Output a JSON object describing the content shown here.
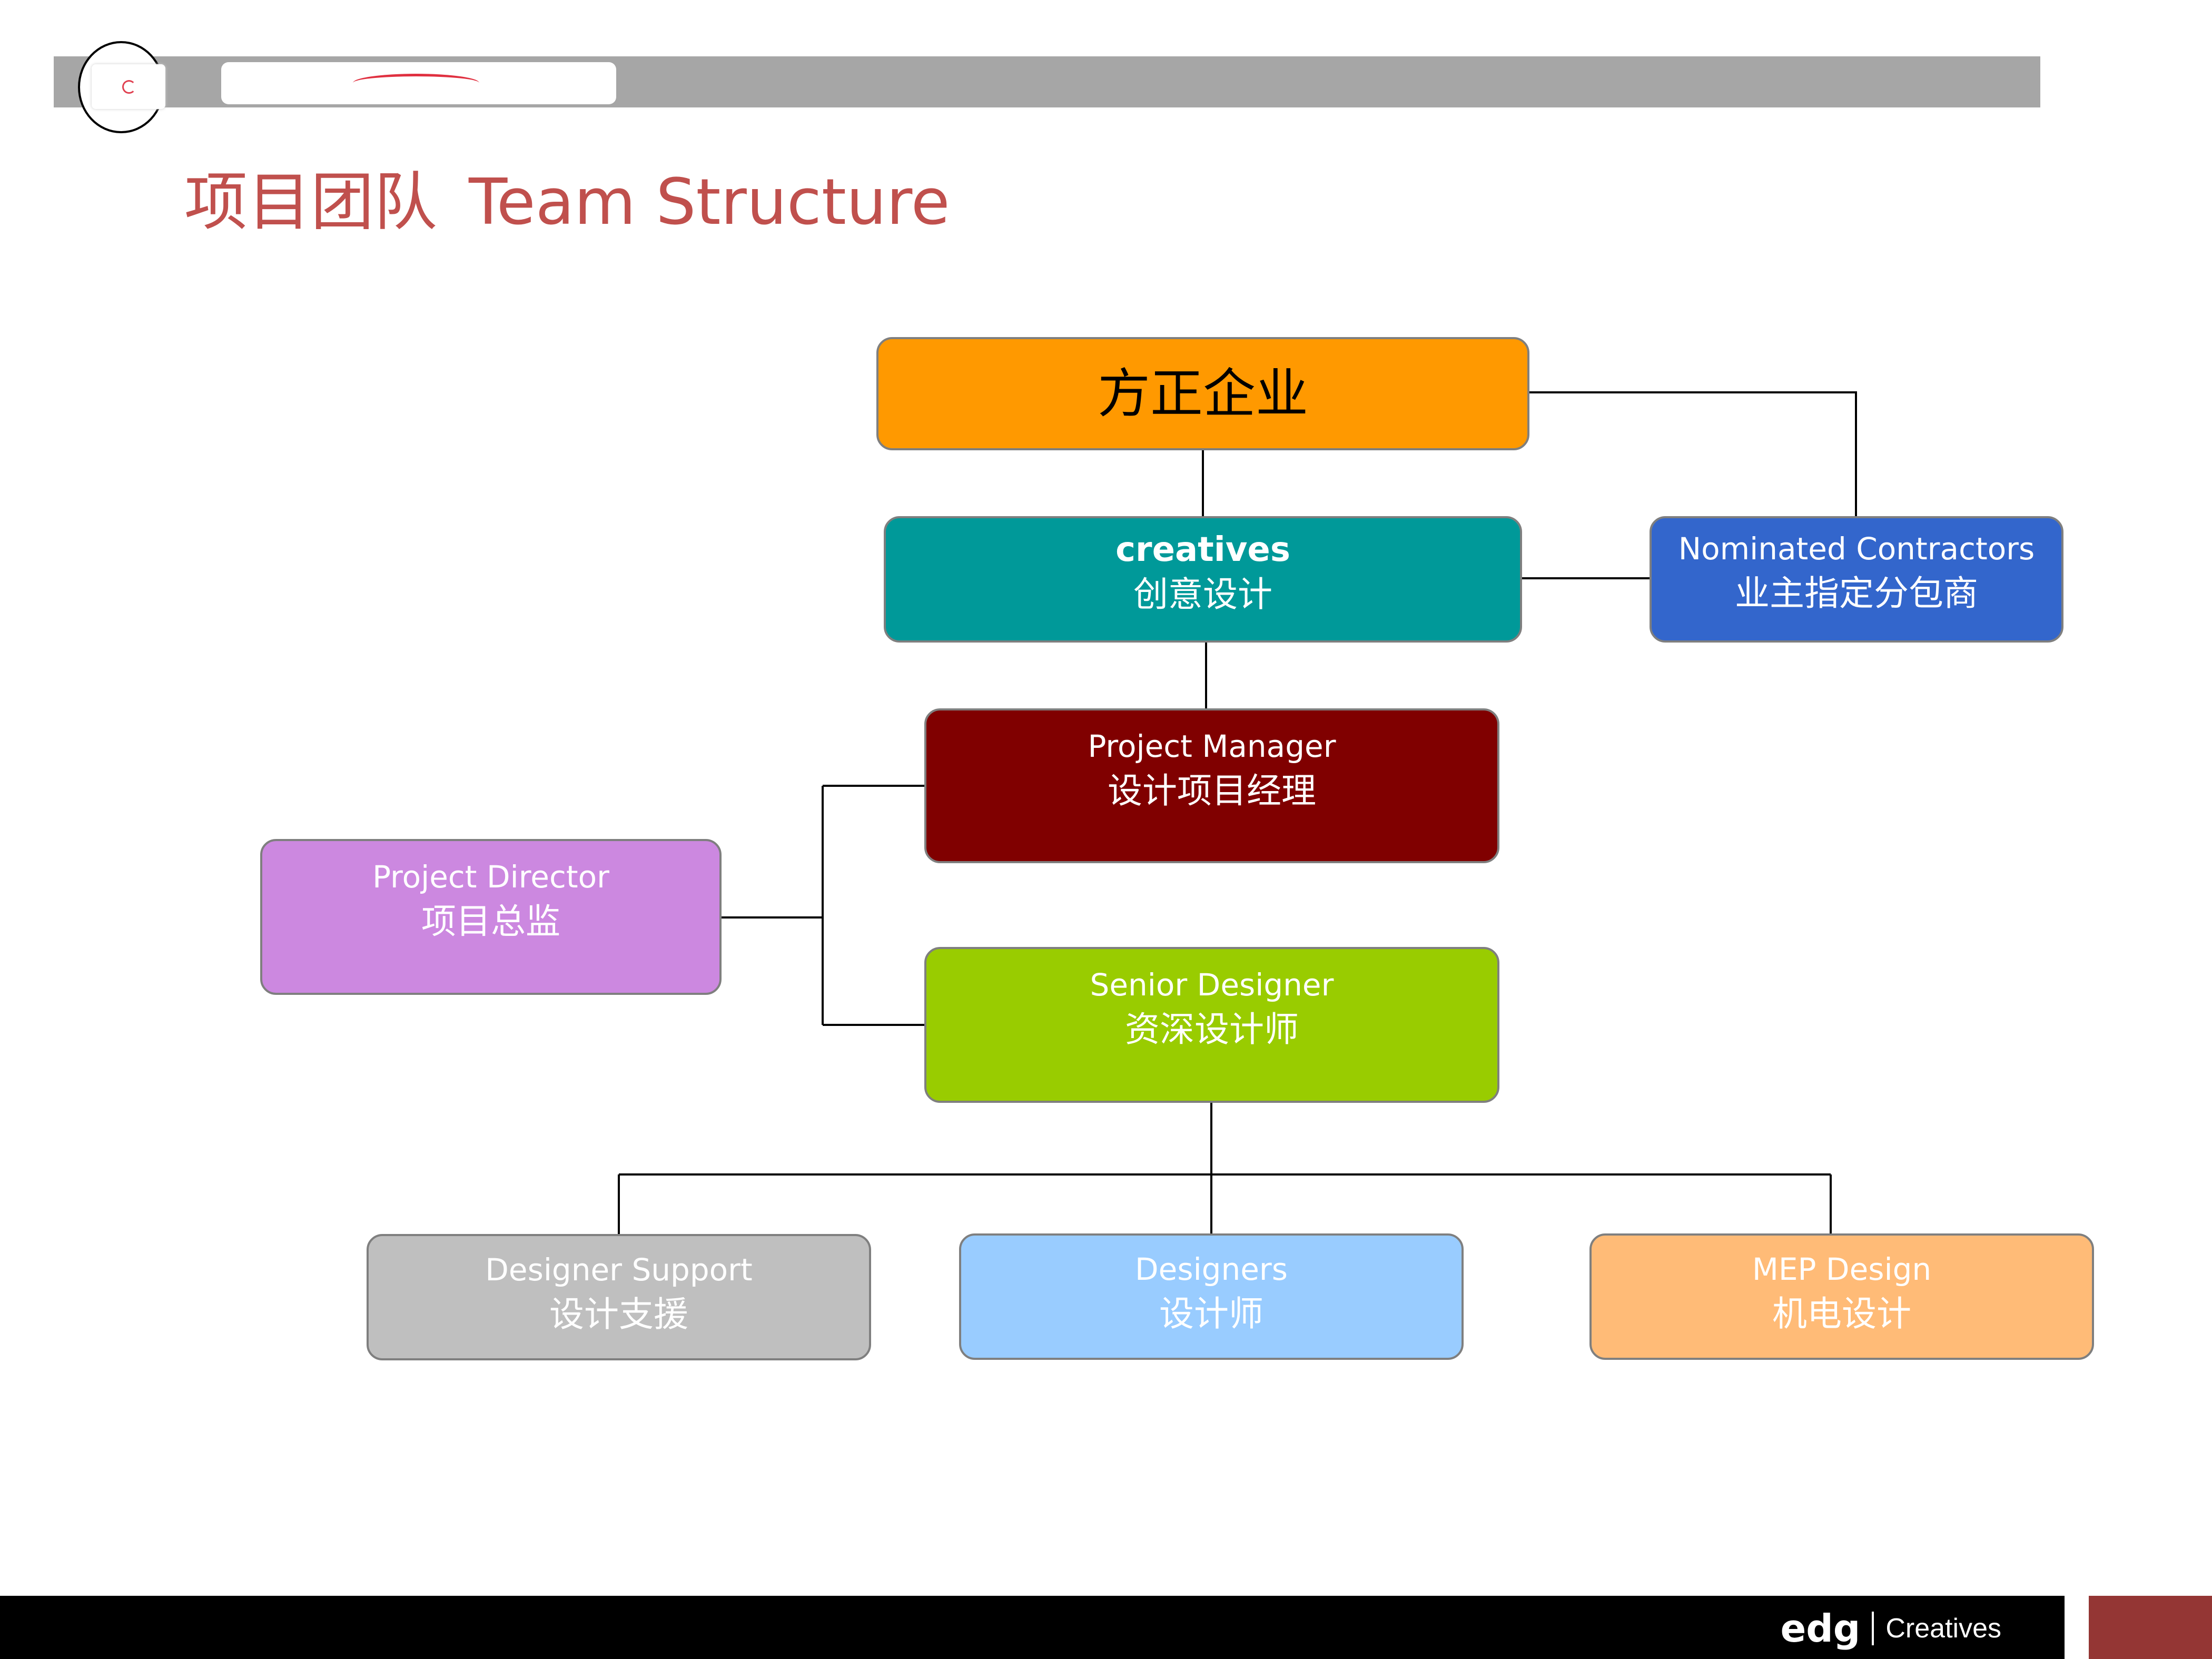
{
  "header": {
    "title_cn": "项目团队",
    "title_en": "Team Structure"
  },
  "nodes": {
    "root": {
      "zh": "方正企业"
    },
    "creatives": {
      "en": "creatives",
      "zh": "创意设计"
    },
    "contractors": {
      "en": "Nominated Contractors",
      "zh": "业主指定分包商"
    },
    "project_manager": {
      "en": "Project Manager",
      "zh": "设计项目经理"
    },
    "project_director": {
      "en": "Project Director",
      "zh": "项目总监"
    },
    "senior_designer": {
      "en": "Senior Designer",
      "zh": "资深设计师"
    },
    "designer_support": {
      "en": "Designer Support",
      "zh": "设计支援"
    },
    "designers": {
      "en": "Designers",
      "zh": "设计师"
    },
    "mep_design": {
      "en": "MEP Design",
      "zh": "机电设计"
    }
  },
  "footer": {
    "brand_mark": "edg",
    "brand_name": "Creatives"
  },
  "colors": {
    "title": "#c0504d",
    "root": "#ff9900",
    "creatives": "#009999",
    "contractors": "#3366cc",
    "project_manager": "#800000",
    "project_director": "#cc88e0",
    "senior_designer": "#99cc00",
    "designer_support": "#bfbfbf",
    "designers": "#99ccff",
    "mep_design": "#ffbb77",
    "footer_accent": "#943634"
  }
}
